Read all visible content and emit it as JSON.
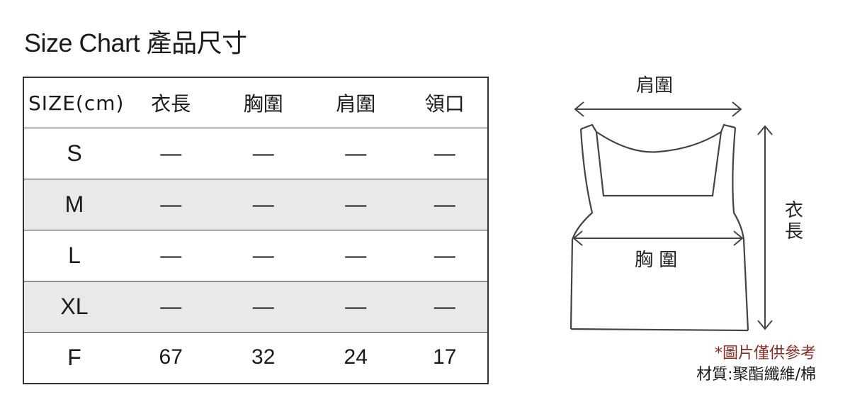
{
  "title": "Size Chart 產品尺寸",
  "table": {
    "headers": [
      "SIZE(cm)",
      "衣長",
      "胸圍",
      "肩圍",
      "領口"
    ],
    "rows": [
      {
        "size": "S",
        "values": [
          "—",
          "—",
          "—",
          "—"
        ]
      },
      {
        "size": "M",
        "values": [
          "—",
          "—",
          "—",
          "—"
        ]
      },
      {
        "size": "L",
        "values": [
          "—",
          "—",
          "—",
          "—"
        ]
      },
      {
        "size": "XL",
        "values": [
          "—",
          "—",
          "—",
          "—"
        ]
      },
      {
        "size": "F",
        "values": [
          "67",
          "32",
          "24",
          "17"
        ]
      }
    ]
  },
  "diagram": {
    "shoulder_label": "肩圍",
    "chest_label": "胸 圍",
    "length_label": "衣\n長"
  },
  "notes": {
    "reference": "*圖片僅供參考",
    "material": "材質:聚酯纖維/棉"
  }
}
